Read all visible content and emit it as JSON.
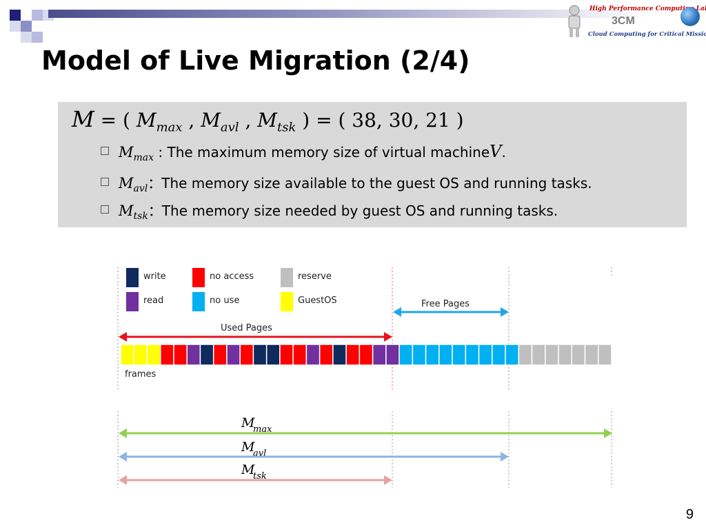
{
  "header": {
    "logo_top": "High Performance Computing Lab",
    "logo_mid": "3CM",
    "logo_bot": "Cloud Computing for Critical Mission"
  },
  "slide": {
    "title": "Model of Live Migration (2/4)",
    "page_number": "9"
  },
  "formula": {
    "script_symbol": "M",
    "eq": "=",
    "open_paren": "(",
    "m1": "M",
    "m1_sub": "max",
    "m2": "M",
    "m2_sub": "avl",
    "m3": "M",
    "m3_sub": "tsk",
    "values": ") = ( 38, 30, 21 )"
  },
  "definitions": [
    {
      "var": "M",
      "sub": "max",
      "text": " : The maximum memory size of virtual machine",
      "tail_symbol": "V",
      "tail": "."
    },
    {
      "var": "M",
      "sub": "avl",
      "text": "：The memory size available to the guest OS and running tasks."
    },
    {
      "var": "M",
      "sub": "tsk",
      "text": "：The memory size needed by guest OS and running tasks."
    }
  ],
  "diagram": {
    "legend": [
      {
        "label": "write",
        "color": "#0f2a5c"
      },
      {
        "label": "read",
        "color": "#7030a0"
      },
      {
        "label": "no access",
        "color": "#ff0000"
      },
      {
        "label": "no use",
        "color": "#00b0f0"
      },
      {
        "label": "reserve",
        "color": "#bfbfbf"
      },
      {
        "label": "GuestOS",
        "color": "#ffff00"
      }
    ],
    "used_pages_label": "Used Pages",
    "free_pages_label": "Free Pages",
    "frames_label": "frames",
    "frames": [
      "GuestOS",
      "GuestOS",
      "GuestOS",
      "no access",
      "no access",
      "read",
      "write",
      "no access",
      "read",
      "no access",
      "write",
      "write",
      "no access",
      "no access",
      "read",
      "no access",
      "write",
      "no access",
      "no access",
      "read",
      "read",
      "no use",
      "no use",
      "no use",
      "no use",
      "no use",
      "no use",
      "no use",
      "no use",
      "no use",
      "reserve",
      "reserve",
      "reserve",
      "reserve",
      "reserve",
      "reserve",
      "reserve"
    ],
    "bottom_labels": [
      {
        "var": "M",
        "sub": "max",
        "color": "#92d050"
      },
      {
        "var": "M",
        "sub": "avl",
        "color": "#8db4e2"
      },
      {
        "var": "M",
        "sub": "tsk",
        "color": "#e6a0a0"
      }
    ]
  }
}
